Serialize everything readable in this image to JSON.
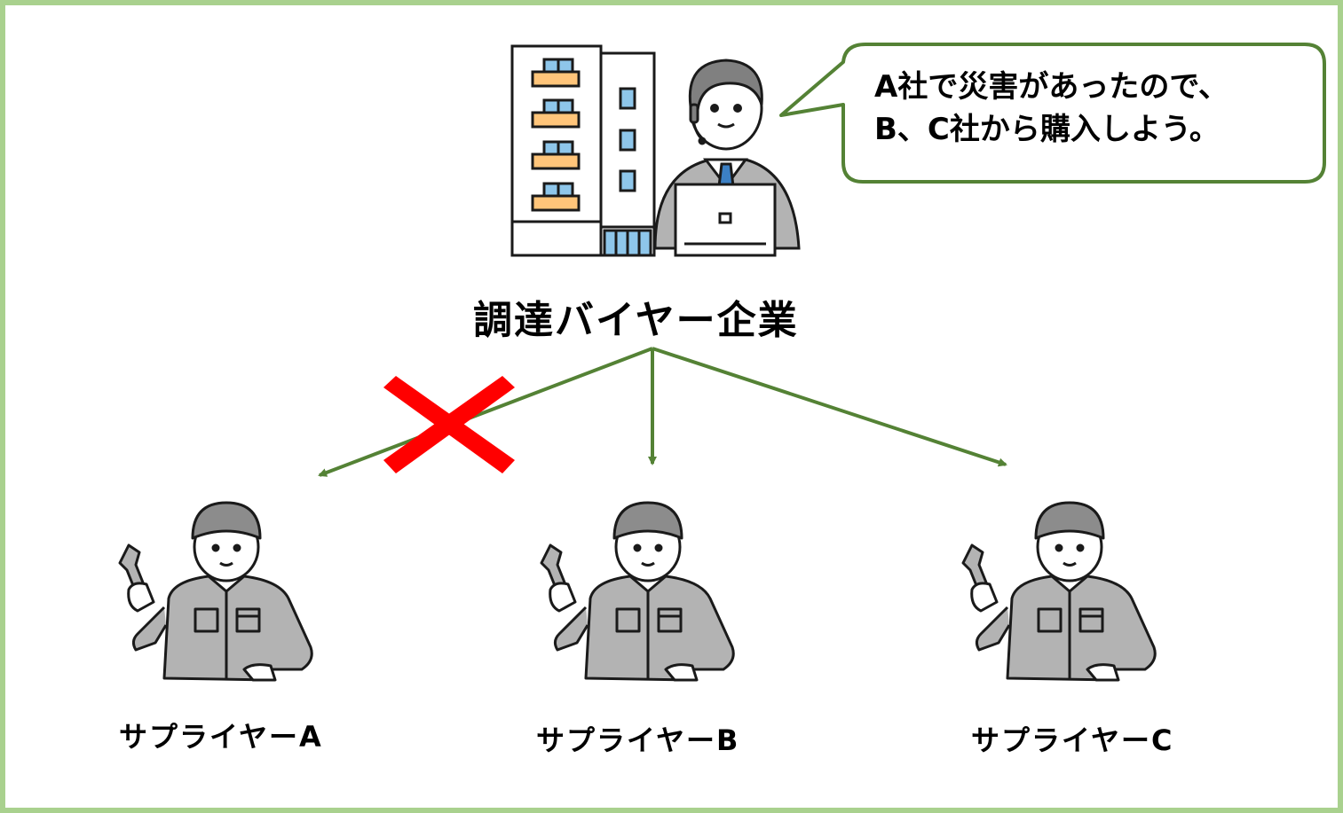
{
  "diagram": {
    "buyer": {
      "label": "調達バイヤー企業",
      "speech": {
        "line1": "A社で災害があったので、",
        "line2": "B、C社から購入しよう。"
      }
    },
    "suppliers": [
      {
        "label": "サプライヤーA",
        "blocked": true
      },
      {
        "label": "サプライヤーB",
        "blocked": false
      },
      {
        "label": "サプライヤーC",
        "blocked": false
      }
    ],
    "colors": {
      "frame": "#a9d18e",
      "arrow": "#548235",
      "bubble_border": "#548235",
      "cross": "#ff0000",
      "uniform": "#b3b3b3",
      "window_blue": "#8ec6ea",
      "balcony_orange": "#ffc57a",
      "tie_blue": "#3c80c4"
    },
    "icons": {
      "buyer": "office-building-with-operator-icon",
      "supplier": "worker-with-wrench-icon",
      "blocked": "red-cross-icon"
    }
  }
}
